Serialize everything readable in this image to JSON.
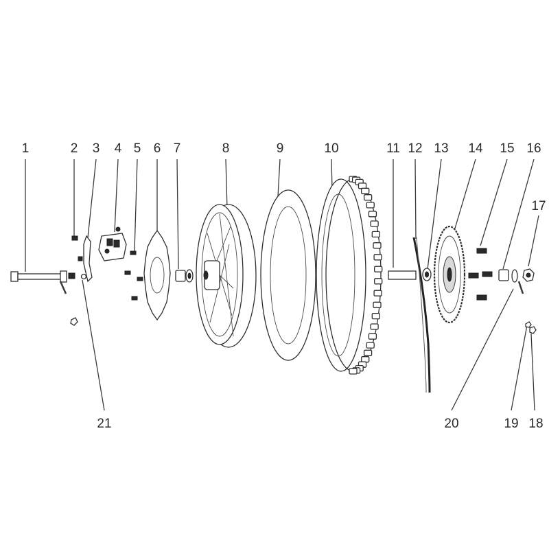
{
  "diagram": {
    "callouts": [
      {
        "num": "1"
      },
      {
        "num": "2"
      },
      {
        "num": "3"
      },
      {
        "num": "4"
      },
      {
        "num": "5"
      },
      {
        "num": "6"
      },
      {
        "num": "7"
      },
      {
        "num": "8"
      },
      {
        "num": "9"
      },
      {
        "num": "10"
      },
      {
        "num": "11"
      },
      {
        "num": "12"
      },
      {
        "num": "13"
      },
      {
        "num": "14"
      },
      {
        "num": "15"
      },
      {
        "num": "16"
      },
      {
        "num": "17"
      },
      {
        "num": "18"
      },
      {
        "num": "19"
      },
      {
        "num": "20"
      },
      {
        "num": "21"
      }
    ],
    "colors": {
      "line": "#3a3a3a",
      "fill_dark": "#2a2a2a",
      "fill_light": "#d9d9d9",
      "background": "#ffffff"
    }
  }
}
